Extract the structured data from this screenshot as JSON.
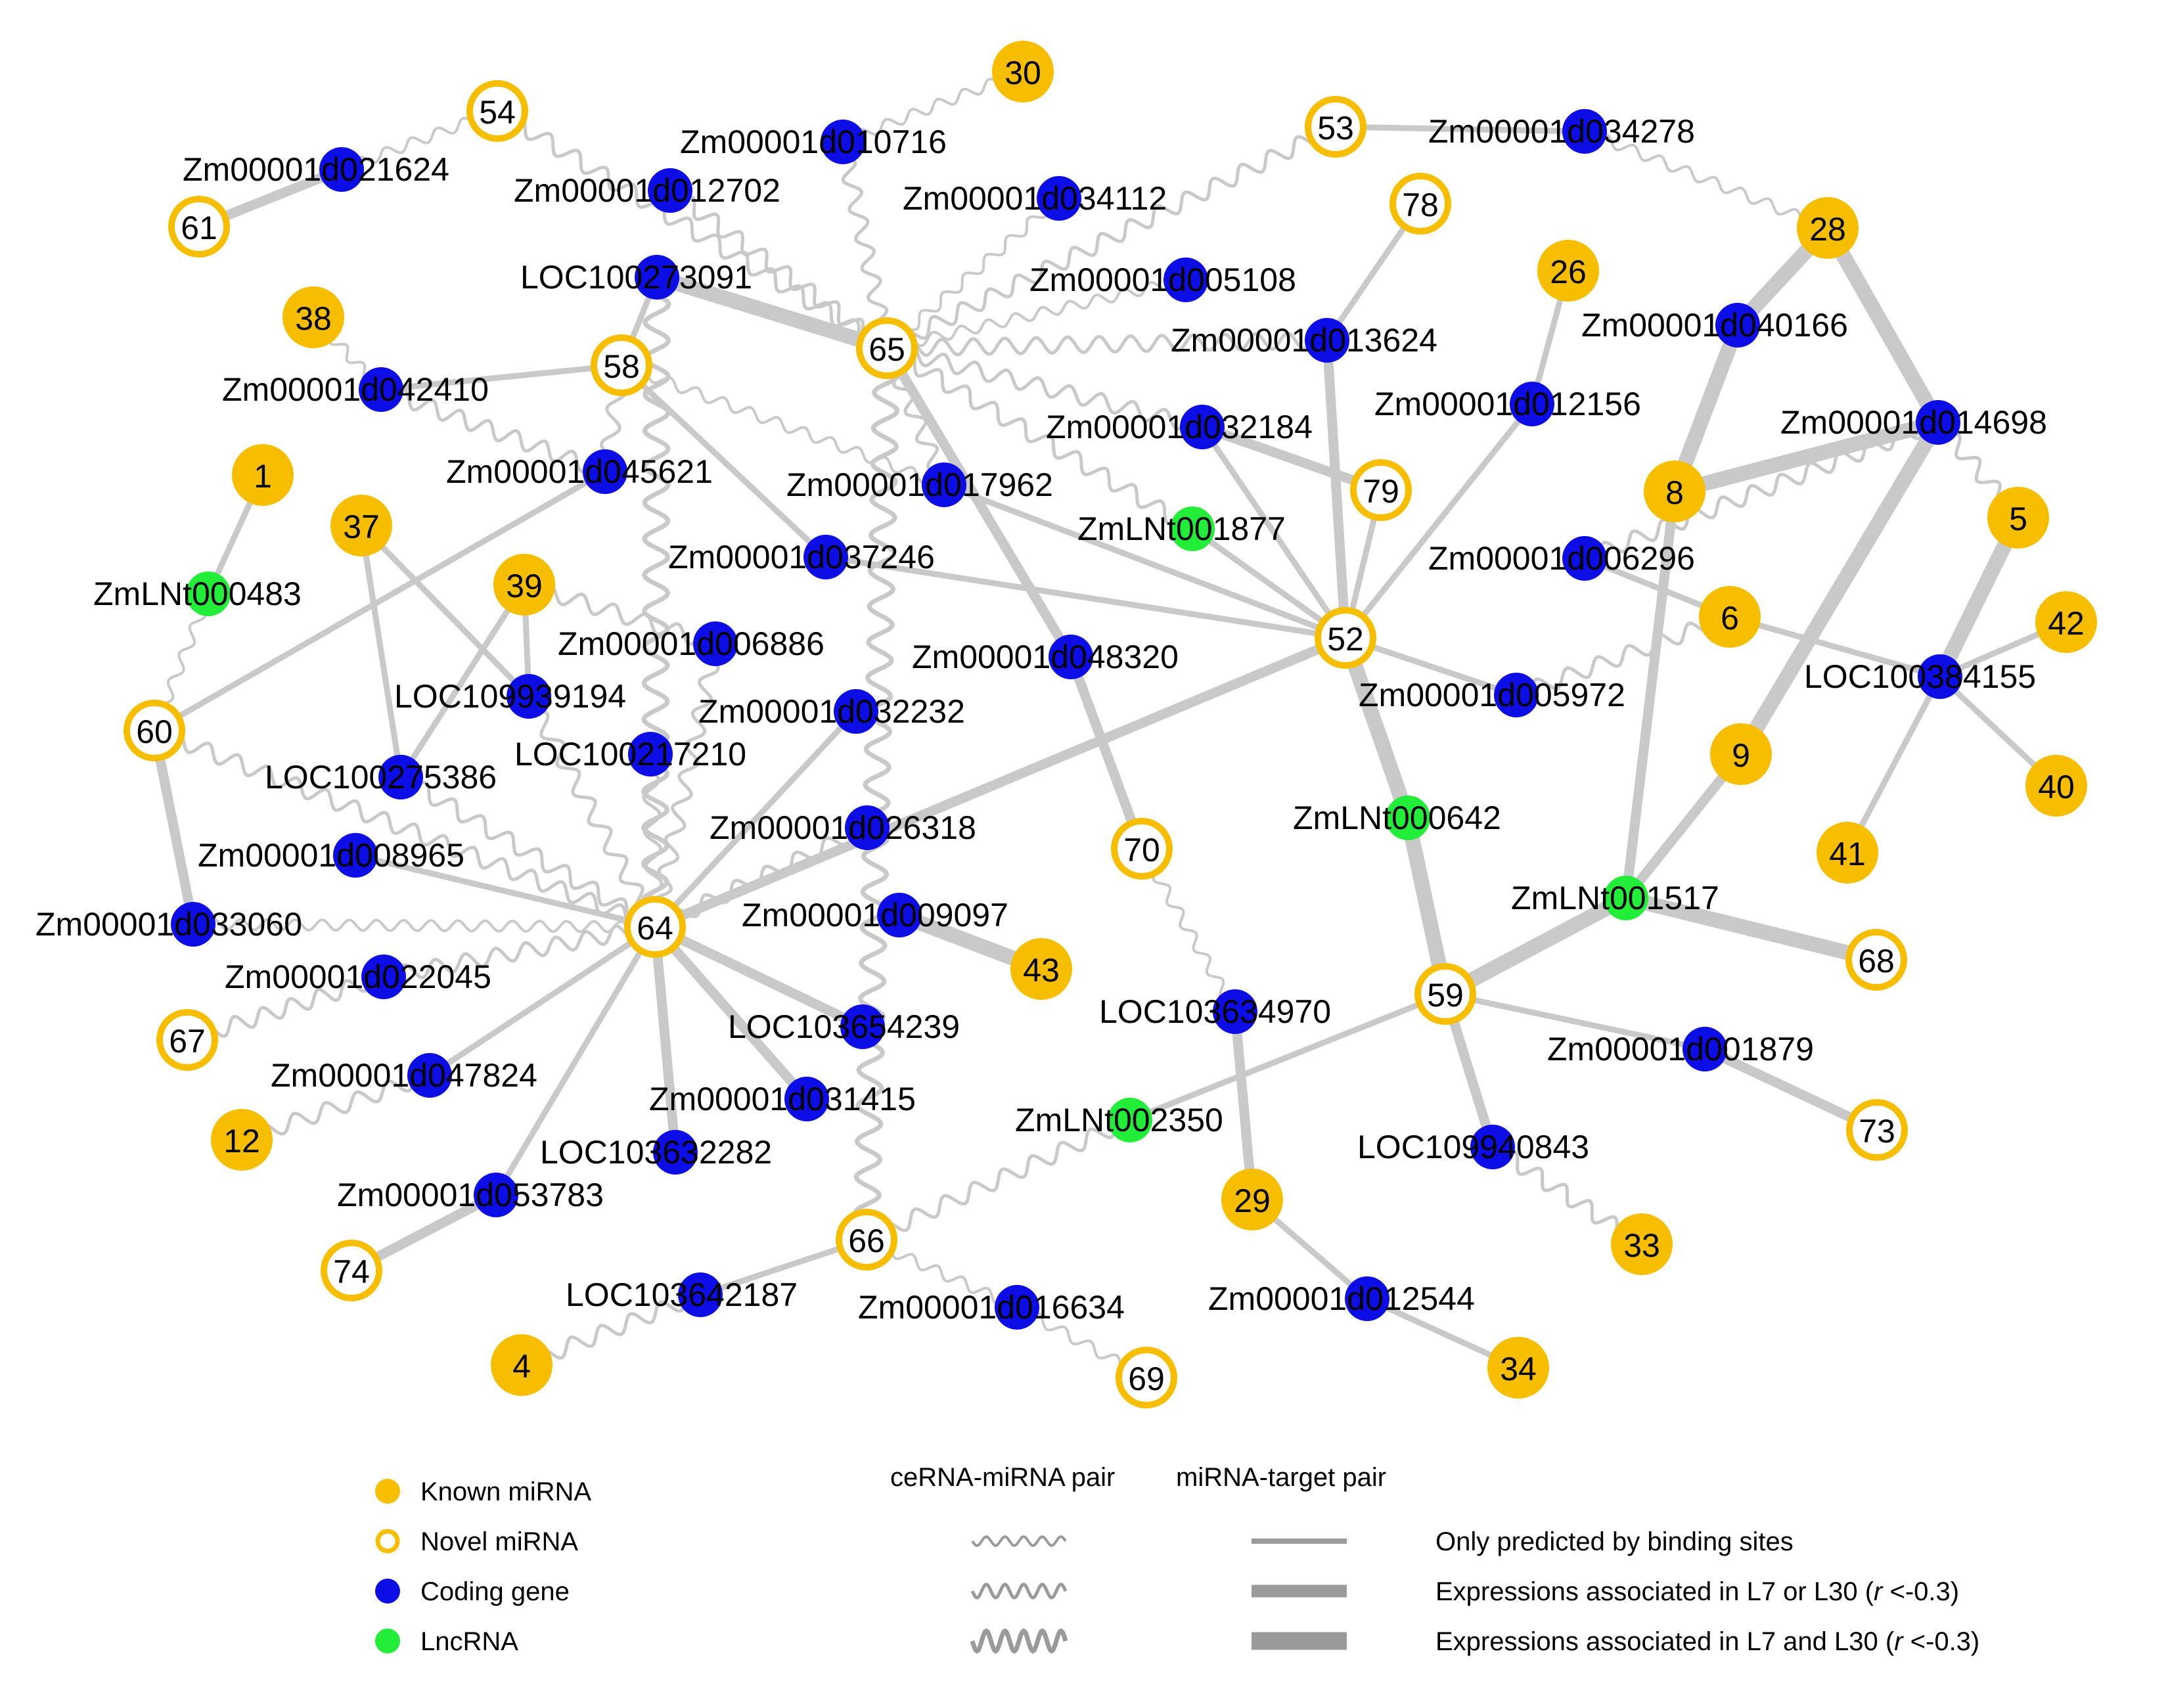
{
  "colors": {
    "known_mirna": "#F7BE00",
    "novel_mirna_ring": "#F7BE00",
    "coding_gene": "#0D0DE6",
    "lncrna": "#22EE3A",
    "edge": "#C9C9C9",
    "legend_line": "#9A9A9A"
  },
  "nodes": [
    {
      "id": "30",
      "label": "30",
      "type": "known"
    },
    {
      "id": "54",
      "label": "54",
      "type": "novel"
    },
    {
      "id": "61",
      "label": "61",
      "type": "novel"
    },
    {
      "id": "53",
      "label": "53",
      "type": "novel"
    },
    {
      "id": "78",
      "label": "78",
      "type": "novel"
    },
    {
      "id": "28",
      "label": "28",
      "type": "known"
    },
    {
      "id": "26",
      "label": "26",
      "type": "known"
    },
    {
      "id": "38",
      "label": "38",
      "type": "known"
    },
    {
      "id": "58",
      "label": "58",
      "type": "novel"
    },
    {
      "id": "65",
      "label": "65",
      "type": "novel"
    },
    {
      "id": "1",
      "label": "1",
      "type": "known"
    },
    {
      "id": "37",
      "label": "37",
      "type": "known"
    },
    {
      "id": "79",
      "label": "79",
      "type": "novel"
    },
    {
      "id": "8",
      "label": "8",
      "type": "known"
    },
    {
      "id": "5",
      "label": "5",
      "type": "known"
    },
    {
      "id": "39",
      "label": "39",
      "type": "known"
    },
    {
      "id": "6",
      "label": "6",
      "type": "known"
    },
    {
      "id": "42",
      "label": "42",
      "type": "known"
    },
    {
      "id": "52",
      "label": "52",
      "type": "novel"
    },
    {
      "id": "60",
      "label": "60",
      "type": "novel"
    },
    {
      "id": "9",
      "label": "9",
      "type": "known"
    },
    {
      "id": "40",
      "label": "40",
      "type": "known"
    },
    {
      "id": "70",
      "label": "70",
      "type": "novel"
    },
    {
      "id": "41",
      "label": "41",
      "type": "known"
    },
    {
      "id": "64",
      "label": "64",
      "type": "novel"
    },
    {
      "id": "68",
      "label": "68",
      "type": "novel"
    },
    {
      "id": "43",
      "label": "43",
      "type": "known"
    },
    {
      "id": "67",
      "label": "67",
      "type": "novel"
    },
    {
      "id": "59",
      "label": "59",
      "type": "novel"
    },
    {
      "id": "73",
      "label": "73",
      "type": "novel"
    },
    {
      "id": "12",
      "label": "12",
      "type": "known"
    },
    {
      "id": "29",
      "label": "29",
      "type": "known"
    },
    {
      "id": "33",
      "label": "33",
      "type": "known"
    },
    {
      "id": "66",
      "label": "66",
      "type": "novel"
    },
    {
      "id": "74",
      "label": "74",
      "type": "novel"
    },
    {
      "id": "4",
      "label": "4",
      "type": "known"
    },
    {
      "id": "34",
      "label": "34",
      "type": "known"
    },
    {
      "id": "69",
      "label": "69",
      "type": "novel"
    },
    {
      "id": "g021624",
      "label": "Zm00001d021624",
      "type": "coding"
    },
    {
      "id": "g010716",
      "label": "Zm00001d010716",
      "type": "coding"
    },
    {
      "id": "g012702",
      "label": "Zm00001d012702",
      "type": "coding"
    },
    {
      "id": "g034112",
      "label": "Zm00001d034112",
      "type": "coding"
    },
    {
      "id": "g034278",
      "label": "Zm00001d034278",
      "type": "coding"
    },
    {
      "id": "g273091",
      "label": "LOC100273091",
      "type": "coding"
    },
    {
      "id": "g005108",
      "label": "Zm00001d005108",
      "type": "coding"
    },
    {
      "id": "g013624",
      "label": "Zm00001d013624",
      "type": "coding"
    },
    {
      "id": "g040166",
      "label": "Zm00001d040166",
      "type": "coding"
    },
    {
      "id": "g042410",
      "label": "Zm00001d042410",
      "type": "coding"
    },
    {
      "id": "g012156",
      "label": "Zm00001d012156",
      "type": "coding"
    },
    {
      "id": "g032184",
      "label": "Zm00001d032184",
      "type": "coding"
    },
    {
      "id": "g014698",
      "label": "Zm00001d014698",
      "type": "coding"
    },
    {
      "id": "g045621",
      "label": "Zm00001d045621",
      "type": "coding"
    },
    {
      "id": "g017962",
      "label": "Zm00001d017962",
      "type": "coding"
    },
    {
      "id": "l001877",
      "label": "ZmLNt001877",
      "type": "lnc"
    },
    {
      "id": "g037246",
      "label": "Zm00001d037246",
      "type": "coding"
    },
    {
      "id": "g006296",
      "label": "Zm00001d006296",
      "type": "coding"
    },
    {
      "id": "l000483",
      "label": "ZmLNt000483",
      "type": "lnc"
    },
    {
      "id": "g006886",
      "label": "Zm00001d006886",
      "type": "coding"
    },
    {
      "id": "g048320",
      "label": "Zm00001d048320",
      "type": "coding"
    },
    {
      "id": "g384155",
      "label": "LOC100384155",
      "type": "coding"
    },
    {
      "id": "g939194",
      "label": "LOC109939194",
      "type": "coding"
    },
    {
      "id": "g005972",
      "label": "Zm00001d005972",
      "type": "coding"
    },
    {
      "id": "g032232",
      "label": "Zm00001d032232",
      "type": "coding"
    },
    {
      "id": "g217210",
      "label": "LOC100217210",
      "type": "coding"
    },
    {
      "id": "g275386",
      "label": "LOC100275386",
      "type": "coding"
    },
    {
      "id": "l000642",
      "label": "ZmLNt000642",
      "type": "lnc"
    },
    {
      "id": "g026318",
      "label": "Zm00001d026318",
      "type": "coding"
    },
    {
      "id": "g008965",
      "label": "Zm00001d008965",
      "type": "coding"
    },
    {
      "id": "l001517",
      "label": "ZmLNt001517",
      "type": "lnc"
    },
    {
      "id": "g009097",
      "label": "Zm00001d009097",
      "type": "coding"
    },
    {
      "id": "g033060",
      "label": "Zm00001d033060",
      "type": "coding"
    },
    {
      "id": "g022045",
      "label": "Zm00001d022045",
      "type": "coding"
    },
    {
      "id": "g634970",
      "label": "LOC103634970",
      "type": "coding"
    },
    {
      "id": "g654239",
      "label": "LOC103654239",
      "type": "coding"
    },
    {
      "id": "g001879",
      "label": "Zm00001d001879",
      "type": "coding"
    },
    {
      "id": "g047824",
      "label": "Zm00001d047824",
      "type": "coding"
    },
    {
      "id": "g031415",
      "label": "Zm00001d031415",
      "type": "coding"
    },
    {
      "id": "l002350",
      "label": "ZmLNt002350",
      "type": "lnc"
    },
    {
      "id": "g632282",
      "label": "LOC103632282",
      "type": "coding"
    },
    {
      "id": "g940843",
      "label": "LOC109940843",
      "type": "coding"
    },
    {
      "id": "g053783",
      "label": "Zm00001d053783",
      "type": "coding"
    },
    {
      "id": "g642187",
      "label": "LOC103642187",
      "type": "coding"
    },
    {
      "id": "g016634",
      "label": "Zm00001d016634",
      "type": "coding"
    },
    {
      "id": "g012544",
      "label": "Zm00001d012544",
      "type": "coding"
    }
  ],
  "edges": [
    {
      "source": "g021624",
      "target": "54",
      "kind": "cerna",
      "weight": 1
    },
    {
      "source": "g021624",
      "target": "61",
      "kind": "target",
      "weight": 2
    },
    {
      "source": "54",
      "target": "65",
      "kind": "cerna",
      "weight": 2
    },
    {
      "source": "g010716",
      "target": "30",
      "kind": "cerna",
      "weight": 1
    },
    {
      "source": "g010716",
      "target": "65",
      "kind": "cerna",
      "weight": 2
    },
    {
      "source": "g012702",
      "target": "65",
      "kind": "cerna",
      "weight": 2
    },
    {
      "source": "g034112",
      "target": "65",
      "kind": "cerna",
      "weight": 1
    },
    {
      "source": "53",
      "target": "g034278",
      "kind": "target",
      "weight": 1
    },
    {
      "source": "53",
      "target": "65",
      "kind": "cerna",
      "weight": 2
    },
    {
      "source": "g034278",
      "target": "28",
      "kind": "cerna",
      "weight": 1
    },
    {
      "source": "g273091",
      "target": "65",
      "kind": "target",
      "weight": 3
    },
    {
      "source": "g273091",
      "target": "58",
      "kind": "target",
      "weight": 1
    },
    {
      "source": "g273091",
      "target": "64",
      "kind": "cerna",
      "weight": 3
    },
    {
      "source": "g005108",
      "target": "65",
      "kind": "cerna",
      "weight": 1
    },
    {
      "source": "g013624",
      "target": "78",
      "kind": "target",
      "weight": 1
    },
    {
      "source": "g013624",
      "target": "52",
      "kind": "target",
      "weight": 2
    },
    {
      "source": "g013624",
      "target": "65",
      "kind": "cerna",
      "weight": 2
    },
    {
      "source": "g012156",
      "target": "26",
      "kind": "target",
      "weight": 1
    },
    {
      "source": "g012156",
      "target": "52",
      "kind": "target",
      "weight": 1
    },
    {
      "source": "g040166",
      "target": "28",
      "kind": "target",
      "weight": 3
    },
    {
      "source": "g040166",
      "target": "8",
      "kind": "target",
      "weight": 3
    },
    {
      "source": "g014698",
      "target": "28",
      "kind": "target",
      "weight": 3
    },
    {
      "source": "g014698",
      "target": "8",
      "kind": "target",
      "weight": 3
    },
    {
      "source": "g014698",
      "target": "9",
      "kind": "target",
      "weight": 3
    },
    {
      "source": "g014698",
      "target": "5",
      "kind": "cerna",
      "weight": 2
    },
    {
      "source": "g014698",
      "target": "g006296",
      "kind": "cerna",
      "weight": 2
    },
    {
      "source": "g042410",
      "target": "38",
      "kind": "cerna",
      "weight": 1
    },
    {
      "source": "g042410",
      "target": "58",
      "kind": "target",
      "weight": 1
    },
    {
      "source": "g042410",
      "target": "g045621",
      "kind": "cerna",
      "weight": 2
    },
    {
      "source": "58",
      "target": "g045621",
      "kind": "cerna",
      "weight": 2
    },
    {
      "source": "58",
      "target": "g017962",
      "kind": "cerna",
      "weight": 1
    },
    {
      "source": "58",
      "target": "g037246",
      "kind": "target",
      "weight": 1
    },
    {
      "source": "65",
      "target": "g032184",
      "kind": "cerna",
      "weight": 2
    },
    {
      "source": "65",
      "target": "g048320",
      "kind": "target",
      "weight": 2
    },
    {
      "source": "g048320",
      "target": "70",
      "kind": "target",
      "weight": 2
    },
    {
      "source": "65",
      "target": "g017962",
      "kind": "cerna",
      "weight": 2
    },
    {
      "source": "g032184",
      "target": "79",
      "kind": "target",
      "weight": 2
    },
    {
      "source": "g032184",
      "target": "52",
      "kind": "target",
      "weight": 1
    },
    {
      "source": "65",
      "target": "l001877",
      "kind": "cerna",
      "weight": 2
    },
    {
      "source": "g017962",
      "target": "52",
      "kind": "target",
      "weight": 1
    },
    {
      "source": "g037246",
      "target": "52",
      "kind": "target",
      "weight": 1
    },
    {
      "source": "g006296",
      "target": "6",
      "kind": "target",
      "weight": 1
    },
    {
      "source": "l001877",
      "target": "52",
      "kind": "target",
      "weight": 1
    },
    {
      "source": "52",
      "target": "g005972",
      "kind": "target",
      "weight": 1
    },
    {
      "source": "52",
      "target": "l000642",
      "kind": "target",
      "weight": 3
    },
    {
      "source": "52",
      "target": "64",
      "kind": "target",
      "weight": 2
    },
    {
      "source": "52",
      "target": "79",
      "kind": "target",
      "weight": 1
    },
    {
      "source": "g005972",
      "target": "6",
      "kind": "cerna",
      "weight": 2
    },
    {
      "source": "l000642",
      "target": "59",
      "kind": "target",
      "weight": 3
    },
    {
      "source": "6",
      "target": "g384155",
      "kind": "target",
      "weight": 1
    },
    {
      "source": "g384155",
      "target": "5",
      "kind": "target",
      "weight": 3
    },
    {
      "source": "g384155",
      "target": "42",
      "kind": "target",
      "weight": 1
    },
    {
      "source": "g384155",
      "target": "40",
      "kind": "target",
      "weight": 1
    },
    {
      "source": "g384155",
      "target": "41",
      "kind": "target",
      "weight": 1
    },
    {
      "source": "8",
      "target": "l001517",
      "kind": "target",
      "weight": 2
    },
    {
      "source": "9",
      "target": "l001517",
      "kind": "target",
      "weight": 2
    },
    {
      "source": "l001517",
      "target": "59",
      "kind": "target",
      "weight": 3
    },
    {
      "source": "l001517",
      "target": "68",
      "kind": "target",
      "weight": 3
    },
    {
      "source": "59",
      "target": "g001879",
      "kind": "target",
      "weight": 1
    },
    {
      "source": "g001879",
      "target": "73",
      "kind": "target",
      "weight": 2
    },
    {
      "source": "59",
      "target": "g940843",
      "kind": "target",
      "weight": 2
    },
    {
      "source": "g940843",
      "target": "33",
      "kind": "cerna",
      "weight": 2
    },
    {
      "source": "59",
      "target": "l002350",
      "kind": "target",
      "weight": 1
    },
    {
      "source": "l002350",
      "target": "66",
      "kind": "cerna",
      "weight": 2
    },
    {
      "source": "70",
      "target": "g634970",
      "kind": "cerna",
      "weight": 1
    },
    {
      "source": "g634970",
      "target": "29",
      "kind": "target",
      "weight": 2
    },
    {
      "source": "29",
      "target": "g012544",
      "kind": "target",
      "weight": 1
    },
    {
      "source": "g012544",
      "target": "34",
      "kind": "target",
      "weight": 1
    },
    {
      "source": "1",
      "target": "l000483",
      "kind": "target",
      "weight": 1
    },
    {
      "source": "l000483",
      "target": "60",
      "kind": "cerna",
      "weight": 1
    },
    {
      "source": "60",
      "target": "g045621",
      "kind": "target",
      "weight": 1
    },
    {
      "source": "60",
      "target": "g033060",
      "kind": "target",
      "weight": 2
    },
    {
      "source": "60",
      "target": "64",
      "kind": "cerna",
      "weight": 2
    },
    {
      "source": "37",
      "target": "g275386",
      "kind": "target",
      "weight": 1
    },
    {
      "source": "37",
      "target": "g939194",
      "kind": "target",
      "weight": 1
    },
    {
      "source": "39",
      "target": "g939194",
      "kind": "target",
      "weight": 1
    },
    {
      "source": "39",
      "target": "g275386",
      "kind": "target",
      "weight": 1
    },
    {
      "source": "39",
      "target": "g006886",
      "kind": "cerna",
      "weight": 2
    },
    {
      "source": "g006886",
      "target": "64",
      "kind": "cerna",
      "weight": 2
    },
    {
      "source": "g939194",
      "target": "64",
      "kind": "cerna",
      "weight": 2
    },
    {
      "source": "g217210",
      "target": "64",
      "kind": "cerna",
      "weight": 2
    },
    {
      "source": "g275386",
      "target": "64",
      "kind": "cerna",
      "weight": 2
    },
    {
      "source": "g032232",
      "target": "64",
      "kind": "target",
      "weight": 1
    },
    {
      "source": "g026318",
      "target": "64",
      "kind": "cerna",
      "weight": 2
    },
    {
      "source": "g008965",
      "target": "64",
      "kind": "target",
      "weight": 1
    },
    {
      "source": "g033060",
      "target": "64",
      "kind": "cerna",
      "weight": 1
    },
    {
      "source": "g022045",
      "target": "64",
      "kind": "cerna",
      "weight": 2
    },
    {
      "source": "g022045",
      "target": "67",
      "kind": "cerna",
      "weight": 2
    },
    {
      "source": "g047824",
      "target": "64",
      "kind": "target",
      "weight": 1
    },
    {
      "source": "g047824",
      "target": "12",
      "kind": "cerna",
      "weight": 2
    },
    {
      "source": "g053783",
      "target": "64",
      "kind": "target",
      "weight": 1
    },
    {
      "source": "g053783",
      "target": "74",
      "kind": "target",
      "weight": 2
    },
    {
      "source": "64",
      "target": "g632282",
      "kind": "target",
      "weight": 2
    },
    {
      "source": "64",
      "target": "g031415",
      "kind": "target",
      "weight": 2
    },
    {
      "source": "64",
      "target": "g654239",
      "kind": "target",
      "weight": 2
    },
    {
      "source": "g009097",
      "target": "43",
      "kind": "target",
      "weight": 3
    },
    {
      "source": "g642187",
      "target": "66",
      "kind": "target",
      "weight": 1
    },
    {
      "source": "g642187",
      "target": "4",
      "kind": "cerna",
      "weight": 2
    },
    {
      "source": "66",
      "target": "g016634",
      "kind": "cerna",
      "weight": 1
    },
    {
      "source": "g016634",
      "target": "69",
      "kind": "cerna",
      "weight": 1
    },
    {
      "source": "66",
      "target": "65",
      "kind": "cerna",
      "weight": 3
    }
  ],
  "legend": {
    "node_types": [
      {
        "label": "Known miRNA",
        "type": "known"
      },
      {
        "label": "Novel miRNA",
        "type": "novel"
      },
      {
        "label": "Coding gene",
        "type": "coding"
      },
      {
        "label": "LncRNA",
        "type": "lnc"
      }
    ],
    "cerna_header": "ceRNA-miRNA pair",
    "target_header": "miRNA-target pair",
    "rows": [
      {
        "weight": 1,
        "prefix": "Only predicted by binding sites",
        "italic": "",
        "suffix": ""
      },
      {
        "weight": 2,
        "prefix": "Expressions associated in L7 or L30 (",
        "italic": "r",
        "suffix": " <-0.3)"
      },
      {
        "weight": 3,
        "prefix": "Expressions associated in L7 and L30 (",
        "italic": "r",
        "suffix": " <-0.3)"
      }
    ]
  }
}
